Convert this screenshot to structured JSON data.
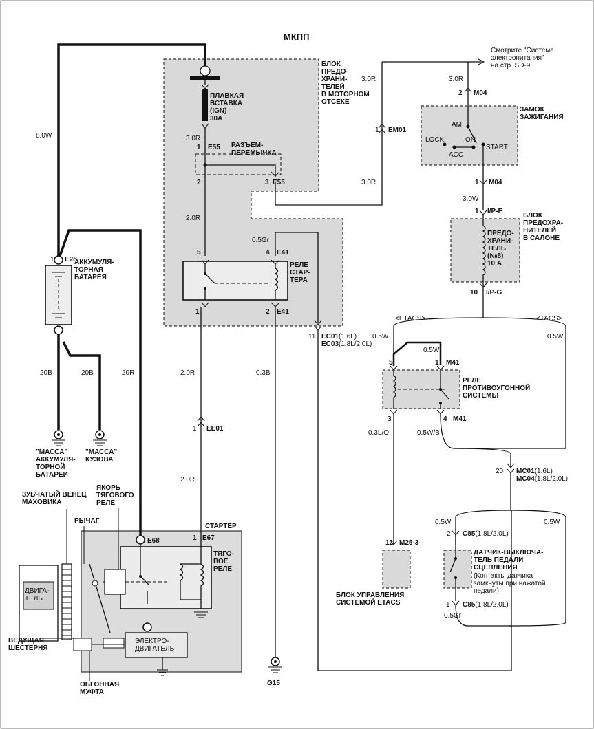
{
  "title": "МКПП",
  "underhood_fuse_box": {
    "label_lines": [
      "БЛОК",
      "ПРЕДО-",
      "ХРАНИ-",
      "ТЕЛЕЙ",
      "В МОТОРНОМ",
      "ОТСЕКЕ"
    ],
    "fusible_link_lines": [
      "ПЛАВКАЯ",
      "ВСТАВКА",
      "(IGN)",
      "30А"
    ],
    "wire_in": "3.0R",
    "e55_pin1": "1",
    "e55_code": "E55",
    "jumper_lines": [
      "РАЗЪЕМ-",
      "ПЕРЕМЫЧКА"
    ],
    "e55_pin2": "2",
    "e55_pin3": "3",
    "e55_code2": "E55",
    "wire_to_relay": "2.0R"
  },
  "starter_relay": {
    "wire_top": "0.5Gr",
    "pin5": "5",
    "pin4": "4",
    "code_top": "E41",
    "label_lines": [
      "РЕЛЕ",
      "СТАР-",
      "ТЕРА"
    ],
    "pin1": "1",
    "pin2": "2",
    "code_bottom": "E41"
  },
  "battery": {
    "wire_top": "8.0W",
    "pin1": "1",
    "code": "E28",
    "label_lines": [
      "АККУМУЛЯ-",
      "ТОРНАЯ",
      "БАТАРЕЯ"
    ],
    "wire_gnd1": "20B",
    "wire_gnd2": "20B",
    "wire_starter": "20R",
    "ground1_lines": [
      "\"МАССА\"",
      "АККУМУЛЯ-",
      "ТОРНОЙ",
      "БАТАРЕИ"
    ],
    "ground2_lines": [
      "\"МАССА\"",
      "КУЗОВА"
    ]
  },
  "wires_mid": {
    "relay_out": "2.0R",
    "ee01_pin": "1",
    "ee01_code": "EE01",
    "ee01_out": "2.0R",
    "relay_pin2_wire": "0.3B",
    "ground_g15": "G15"
  },
  "ec_connector": {
    "pin": "11",
    "line1_code": "EC01",
    "line1_note": "(1.6L)",
    "line2_code": "EC03",
    "line2_note": "(1.8L/2.0L)"
  },
  "starter": {
    "title": "СТАРТЕР",
    "e68": "E68",
    "e67_pin": "1",
    "e67": "E67",
    "solenoid_lines": [
      "ТЯГО-",
      "ВОЕ",
      "РЕЛЕ"
    ],
    "motor_lines": [
      "ЭЛЕКТРО-",
      "ДВИГАТЕЛЬ"
    ],
    "engine_lines": [
      "ДВИГА-",
      "ТЕЛЬ"
    ],
    "ring_gear_lines": [
      "ЗУБЧАТЫЙ ВЕНЕЦ",
      "МАХОВИКА"
    ],
    "armature_lines": [
      "ЯКОРЬ",
      "ТЯГОВОГО",
      "РЕЛЕ"
    ],
    "lever": "РЫЧАГ",
    "pinion_lines": [
      "ВЕДУЩАЯ",
      "ШЕСТЕРНЯ"
    ],
    "clutch_lines": [
      "ОБГОННАЯ",
      "МУФТА"
    ]
  },
  "power_ref": {
    "lines": [
      "Смотрите \"Система",
      "электропитания\"",
      "на стр. SD-9"
    ],
    "wire_left": "3.0R",
    "wire_right": "3.0R",
    "em01_pin": "1",
    "em01_code": "EM01",
    "wire_left_bottom": "3.0R"
  },
  "ignition": {
    "m04_pin_top": "2",
    "m04_code_top": "M04",
    "label_lines": [
      "ЗАМОК",
      "ЗАЖИГАНИЯ"
    ],
    "am": "AM",
    "lock": "LOCK",
    "on": "ON",
    "acc": "ACC",
    "start": "START",
    "m04_pin_bottom": "1",
    "m04_code_bottom": "M04",
    "wire_out": "3.0W"
  },
  "cabin_fuse": {
    "ipe_pin": "1",
    "ipe_code": "I/P-E",
    "label_lines": [
      "БЛОК",
      "ПРЕДОХРА-",
      "НИТЕЛЕЙ",
      "В САЛОНЕ"
    ],
    "fuse_lines": [
      "ПРЕДО-",
      "ХРАНИ-",
      "ТЕЛЬ",
      "(№8)",
      "10 А"
    ],
    "ipg_pin": "10",
    "ipg_code": "I/P-G"
  },
  "immobilizer": {
    "etacs_tag": "<ETACS>",
    "tacs_tag": "<TACS>",
    "wire_left": "0.5W",
    "wire_right": "0.5W",
    "wire_loop": "0.5W",
    "pin5": "5",
    "pin1": "1",
    "code_top": "M41",
    "label_lines": [
      "РЕЛЕ",
      "ПРОТИВОУГОННОЙ",
      "СИСТЕМЫ"
    ],
    "pin3": "3",
    "pin4": "4",
    "code_bottom": "M41",
    "wire_pin3": "0.3L/O",
    "wire_pin4": "0.5W/B"
  },
  "mc_connector": {
    "pin": "20",
    "line1_code": "MC01",
    "line1_note": "(1.6L)",
    "line2_code": "MC04",
    "line2_note": "(1.8L/2.0L)"
  },
  "etacs_unit": {
    "pin": "12",
    "code": "M25-3",
    "label_lines": [
      "БЛОК УПРАВЛЕНИЯ",
      "СИСТЕМОЙ ETACS"
    ]
  },
  "clutch_switch": {
    "wire_left": "0.5W",
    "wire_right": "0.5W",
    "pin_top": "2",
    "code_top": "C85",
    "note_top": "(1.8L/2.0L)",
    "label_lines": [
      "ДАТЧИК-ВЫКЛЮЧА-",
      "ТЕЛЬ ПЕДАЛИ",
      "СЦЕПЛЕНИЯ"
    ],
    "note_lines": [
      "(Контакты датчика",
      "замкнуты при нажатой",
      "педали)"
    ],
    "pin_bottom": "1",
    "code_bottom": "C85",
    "note_bottom": "(1.8L/2.0L)",
    "wire_out": "0.5Gr"
  }
}
